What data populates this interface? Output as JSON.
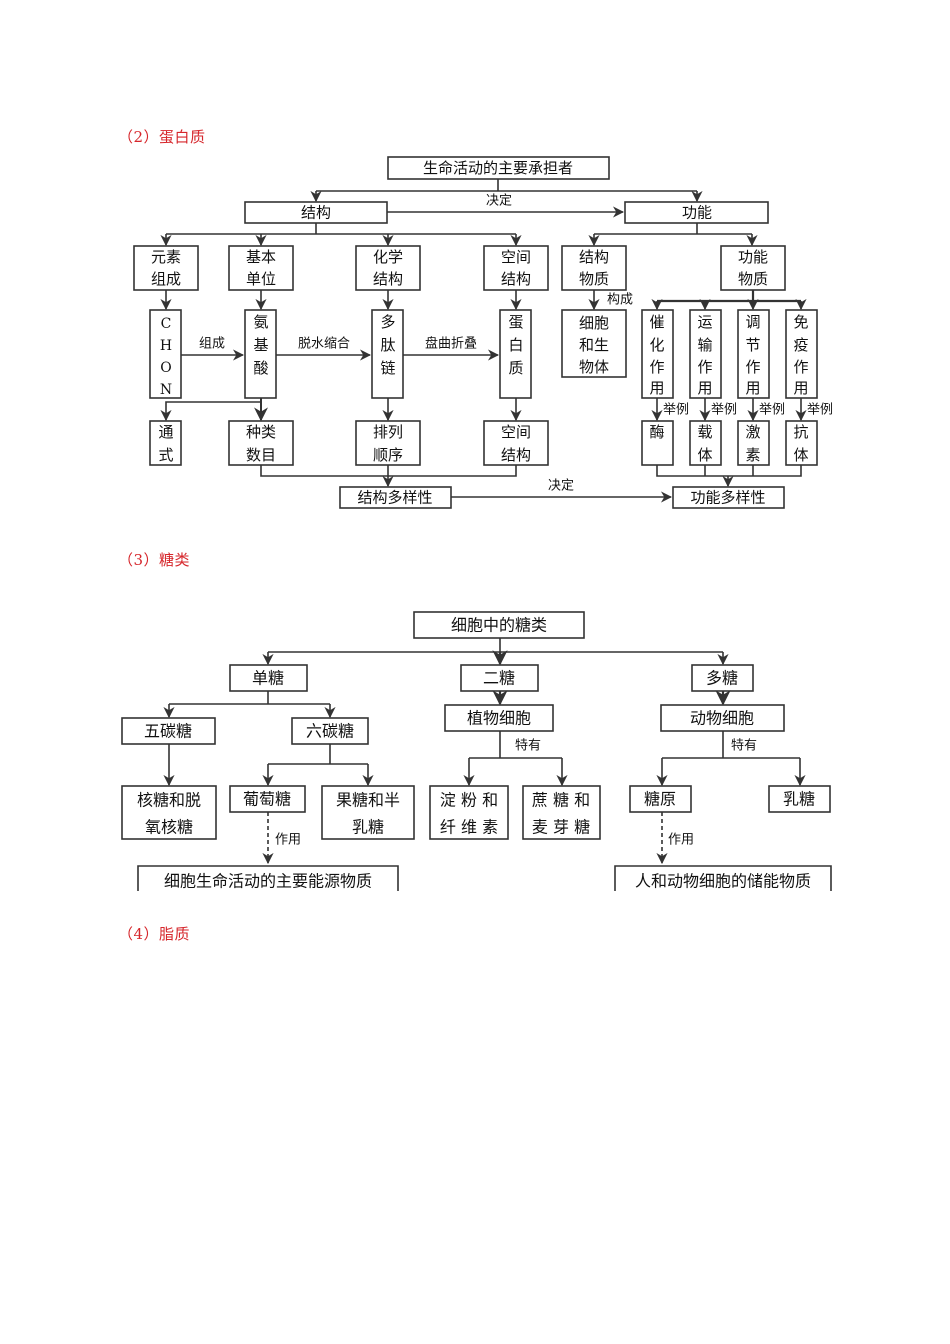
{
  "sections": {
    "protein_heading": "（2）蛋白质",
    "sugar_heading": "（3）糖类",
    "lipid_heading": "（4）脂质"
  },
  "protein": {
    "root": "生命活动的主要承担者",
    "decide_label": "决定",
    "structure": "结构",
    "function": "功能",
    "elements": [
      "元素",
      "组成"
    ],
    "basic_unit": [
      "基本",
      "单位"
    ],
    "chem_structure": [
      "化学",
      "结构"
    ],
    "space_structure": [
      "空间",
      "结构"
    ],
    "structural_matter": [
      "结构",
      "物质"
    ],
    "functional_matter": [
      "功能",
      "物质"
    ],
    "chon": [
      "C",
      "H",
      "O",
      "N"
    ],
    "compose_label": "组成",
    "amino_acid": [
      "氨",
      "基",
      "酸"
    ],
    "dehydration_label": "脱水缩合",
    "polypeptide": [
      "多",
      "肽",
      "链"
    ],
    "folding_label": "盘曲折叠",
    "protein_box": [
      "蛋",
      "白",
      "质"
    ],
    "form_label": "构成",
    "cell_body": [
      "细胞",
      "和生",
      "物体"
    ],
    "functions": [
      [
        "催",
        "化",
        "作",
        "用"
      ],
      [
        "运",
        "输",
        "作",
        "用"
      ],
      [
        "调",
        "节",
        "作",
        "用"
      ],
      [
        "免",
        "疫",
        "作",
        "用"
      ]
    ],
    "example_label": "举例",
    "examples": [
      [
        "酶"
      ],
      [
        "载",
        "体"
      ],
      [
        "激",
        "素"
      ],
      [
        "抗",
        "体"
      ]
    ],
    "general_formula": [
      "通",
      "式"
    ],
    "kind_number": [
      "种类",
      "数目"
    ],
    "sequence": [
      "排列",
      "顺序"
    ],
    "space_structure2": [
      "空间",
      "结构"
    ],
    "structure_diversity": "结构多样性",
    "function_diversity": "功能多样性",
    "decide_label2": "决定"
  },
  "sugar": {
    "root": "细胞中的糖类",
    "mono": "单糖",
    "di": "二糖",
    "poly": "多糖",
    "pentose": "五碳糖",
    "hexose": "六碳糖",
    "plant_cell": "植物细胞",
    "animal_cell": "动物细胞",
    "specific_label": "特有",
    "ribose": [
      "核糖和脱",
      "氧核糖"
    ],
    "glucose": "葡萄糖",
    "fructose": [
      "果糖和半",
      "乳糖"
    ],
    "starch": [
      "淀 粉 和",
      "纤 维 素"
    ],
    "sucrose": [
      "蔗 糖 和",
      "麦 芽 糖"
    ],
    "glycogen": "糖原",
    "lactose": "乳糖",
    "role_label": "作用",
    "energy_source": "细胞生命活动的主要能源物质",
    "energy_storage": "人和动物细胞的储能物质"
  }
}
